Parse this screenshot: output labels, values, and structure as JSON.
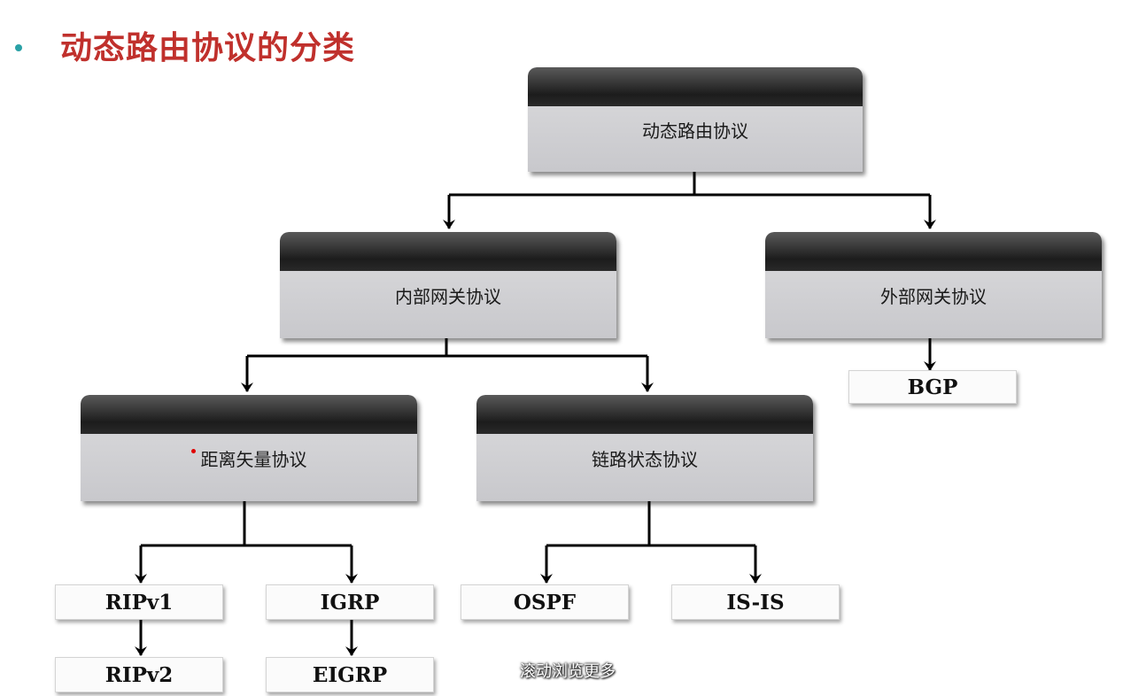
{
  "slide": {
    "title": "动态路由协议的分类"
  },
  "tree": {
    "root": "动态路由协议",
    "igp": "内部网关协议",
    "egp": "外部网关协议",
    "distance_vector": "距离矢量协议",
    "link_state": "链路状态协议",
    "leaves": {
      "ripv1": "RIPv1",
      "ripv2": "RIPv2",
      "igrp": "IGRP",
      "eigrp": "EIGRP",
      "ospf": "OSPF",
      "isis": "IS-IS",
      "bgp": "BGP"
    }
  },
  "overlay": {
    "scroll_hint": "滚动浏览更多"
  },
  "colors": {
    "title": "#c0302c",
    "bullet": "#2aa1a6",
    "node_cap": "#1c1c1c",
    "node_body": "#d0d0d4"
  }
}
